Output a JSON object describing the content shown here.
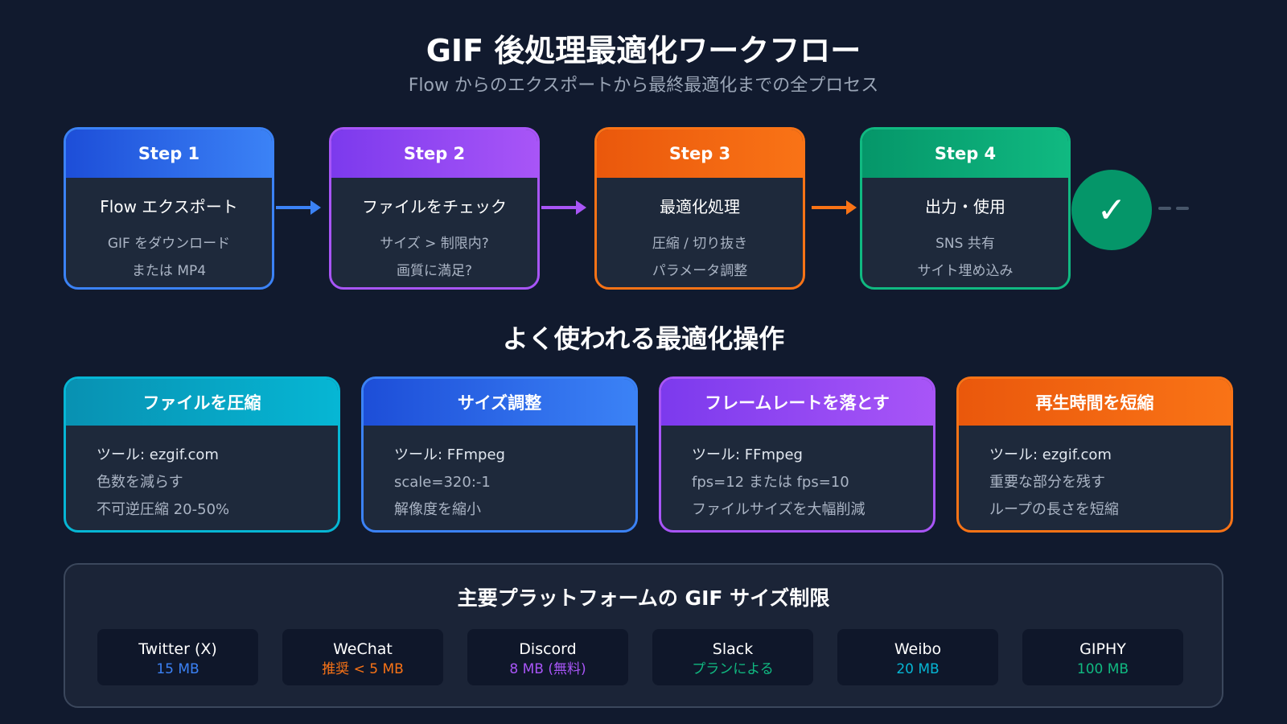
{
  "header": {
    "title": "GIF 後処理最適化ワークフロー",
    "subtitle": "Flow からのエクスポートから最終最適化までの全プロセス"
  },
  "steps": [
    {
      "label": "Step 1",
      "title": "Flow エクスポート",
      "lines": [
        "GIF をダウンロード",
        "または MP4"
      ],
      "color": "#3b82f6"
    },
    {
      "label": "Step 2",
      "title": "ファイルをチェック",
      "lines": [
        "サイズ > 制限内?",
        "画質に満足?"
      ],
      "color": "#a855f7"
    },
    {
      "label": "Step 3",
      "title": "最適化処理",
      "lines": [
        "圧縮 / 切り抜き",
        "パラメータ調整"
      ],
      "color": "#f97316"
    },
    {
      "label": "Step 4",
      "title": "出力・使用",
      "lines": [
        "SNS 共有",
        "サイト埋め込み"
      ],
      "color": "#10b981"
    }
  ],
  "done_icon": "check-icon",
  "operations_section": {
    "title": "よく使われる最適化操作",
    "cards": [
      {
        "title": "ファイルを圧縮",
        "tool": "ツール: ezgif.com",
        "lines": [
          "色数を減らす",
          "不可逆圧縮 20-50%"
        ],
        "color": "#06b6d4"
      },
      {
        "title": "サイズ調整",
        "tool": "ツール: FFmpeg",
        "lines": [
          "scale=320:-1",
          "解像度を縮小"
        ],
        "color": "#3b82f6"
      },
      {
        "title": "フレームレートを落とす",
        "tool": "ツール: FFmpeg",
        "lines": [
          "fps=12 または fps=10",
          "ファイルサイズを大幅削減"
        ],
        "color": "#a855f7"
      },
      {
        "title": "再生時間を短縮",
        "tool": "ツール: ezgif.com",
        "lines": [
          "重要な部分を残す",
          "ループの長さを短縮"
        ],
        "color": "#f97316"
      }
    ]
  },
  "limits_section": {
    "title": "主要プラットフォームの GIF サイズ制限",
    "platforms": [
      {
        "name": "Twitter (X)",
        "limit": "15 MB",
        "color": "#3b82f6"
      },
      {
        "name": "WeChat",
        "limit": "推奨 < 5 MB",
        "color": "#f97316"
      },
      {
        "name": "Discord",
        "limit": "8 MB (無料)",
        "color": "#a855f7"
      },
      {
        "name": "Slack",
        "limit": "プランによる",
        "color": "#10b981"
      },
      {
        "name": "Weibo",
        "limit": "20 MB",
        "color": "#06b6d4"
      },
      {
        "name": "GIPHY",
        "limit": "100 MB",
        "color": "#10b981"
      }
    ]
  }
}
